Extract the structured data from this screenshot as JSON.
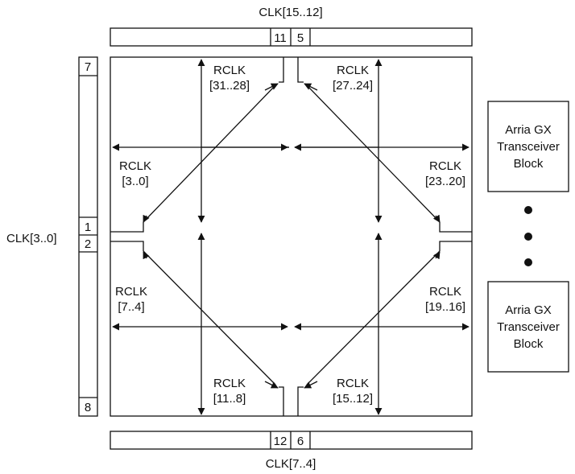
{
  "clock_labels": {
    "top": "CLK[15..12]",
    "bottom": "CLK[7..4]",
    "left": "CLK[3..0]"
  },
  "pin_numbers": {
    "top_left": "11",
    "top_right": "5",
    "bottom_left": "12",
    "bottom_right": "6",
    "left_top": "7",
    "left_1": "1",
    "left_2": "2",
    "left_bottom": "8"
  },
  "rclk_groups": {
    "top_left": {
      "line1": "RCLK",
      "line2": "[31..28]"
    },
    "top_right": {
      "line1": "RCLK",
      "line2": "[27..24]"
    },
    "left_upper": {
      "line1": "RCLK",
      "line2": "[3..0]"
    },
    "right_upper": {
      "line1": "RCLK",
      "line2": "[23..20]"
    },
    "left_lower": {
      "line1": "RCLK",
      "line2": "[7..4]"
    },
    "right_lower": {
      "line1": "RCLK",
      "line2": "[19..16]"
    },
    "bottom_left": {
      "line1": "RCLK",
      "line2": "[11..8]"
    },
    "bottom_right": {
      "line1": "RCLK",
      "line2": "[15..12]"
    }
  },
  "transceiver_blocks": [
    {
      "lines": [
        "Arria GX",
        "Transceiver",
        "Block"
      ]
    },
    {
      "lines": [
        "Arria GX",
        "Transceiver",
        "Block"
      ]
    }
  ]
}
